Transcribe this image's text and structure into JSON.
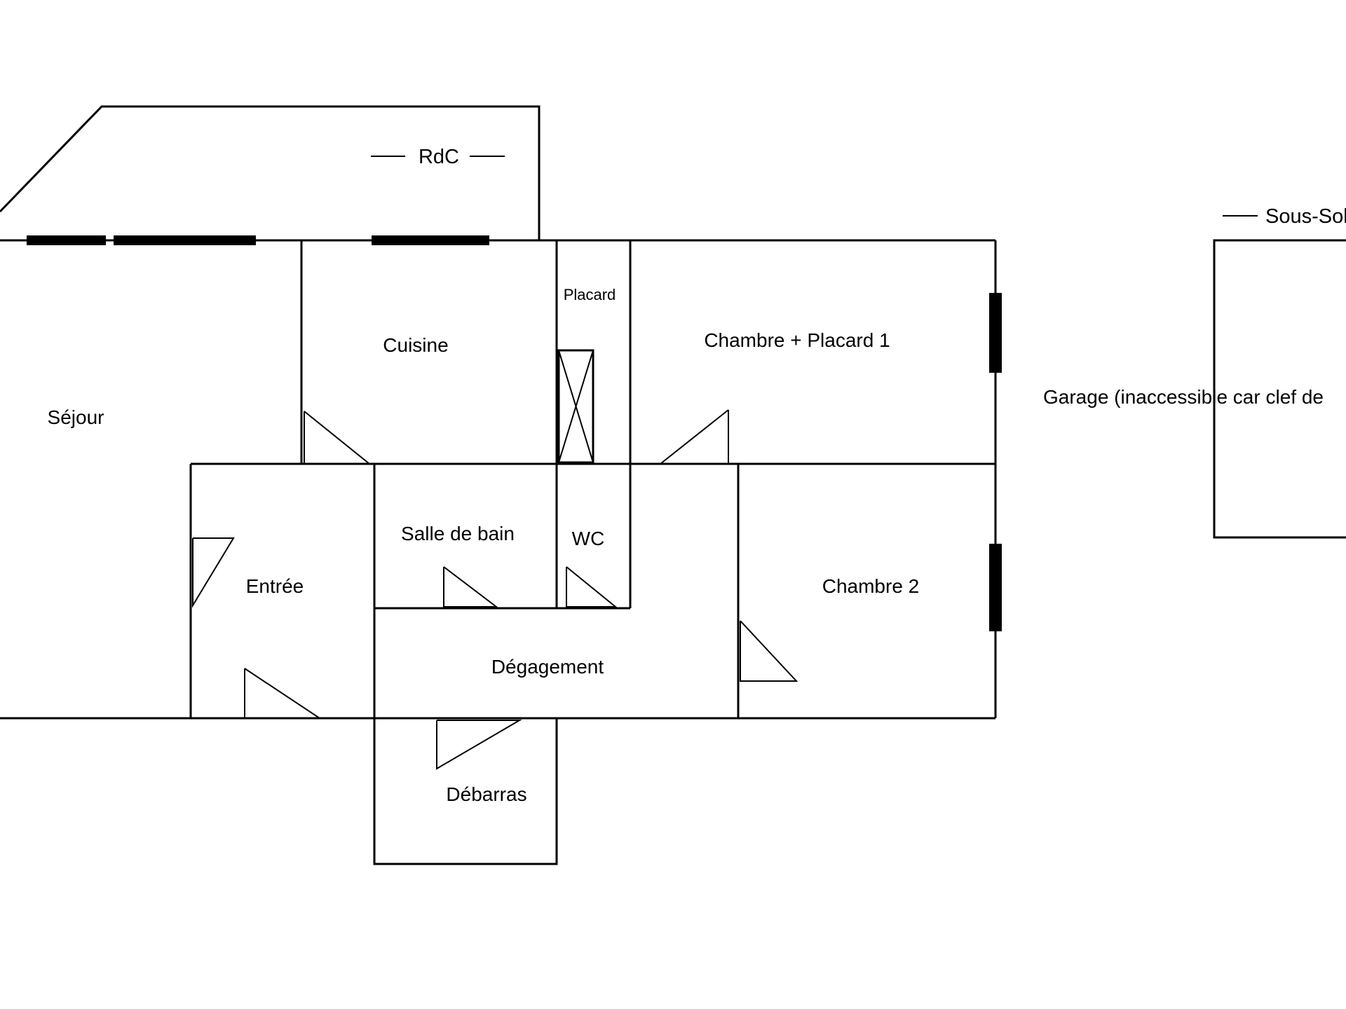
{
  "plan": {
    "levels": {
      "ground": "RdC",
      "basement": "Sous-Sol"
    },
    "rooms": {
      "sejour": "Séjour",
      "cuisine": "Cuisine",
      "placard": "Placard",
      "chambre1": "Chambre + Placard 1",
      "salle_de_bain": "Salle de bain",
      "wc": "WC",
      "entree": "Entrée",
      "degagement": "Dégagement",
      "chambre2": "Chambre 2",
      "debarras": "Débarras",
      "garage": "Garage (inaccessible car clef de"
    }
  }
}
